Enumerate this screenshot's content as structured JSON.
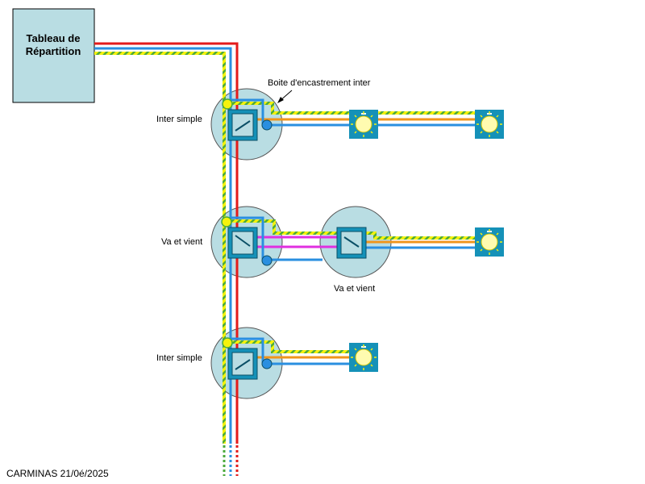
{
  "panel": {
    "line1": "Tableau de",
    "line2": "Répartition"
  },
  "labels": {
    "box": "Boite d'encastrement inter",
    "switch1": "Inter simple",
    "switch2": "Va et vient",
    "switch2b": "Va et vient",
    "switch3": "Inter simple"
  },
  "footer": "CARMINAS 21/0é/2025",
  "colors": {
    "phase": "#e31b1b",
    "neutral": "#2a8fe0",
    "earth_yellow": "#f5f20c",
    "earth_green": "#4caa3c",
    "return": "#f0951c",
    "traveller": "#e030e0",
    "box_fill": "#b9dde3",
    "switch_fill": "#1591b8",
    "lamp_fill": "#1591b8",
    "bulb": "#fffbb0",
    "panel_fill": "#b9dde3"
  }
}
